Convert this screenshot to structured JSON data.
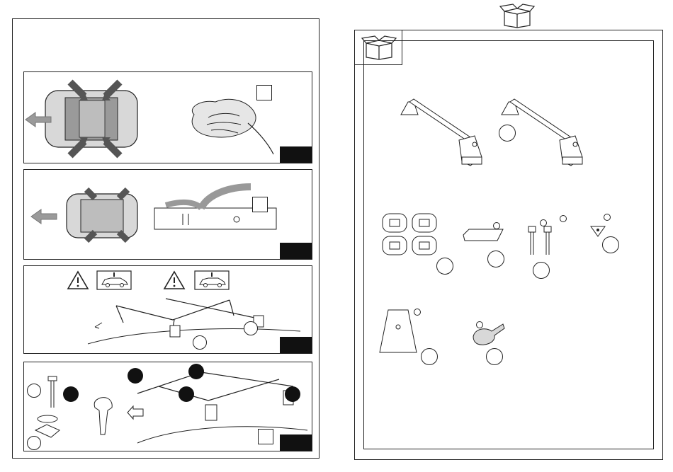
{
  "document": {
    "type": "roof rack assembly instruction sheet",
    "left_page": {
      "panels": [
        {
          "id": "clean-roof",
          "icons": [
            "car-top-view-icon",
            "arrow-left-icon",
            "hand-cleaning-icon"
          ]
        },
        {
          "id": "open-cover",
          "icons": [
            "car-top-view-icon",
            "arrow-left-icon",
            "bar-cover-open-icon"
          ]
        },
        {
          "id": "position-bars",
          "icons": [
            "warning-triangle-icon",
            "car-side-icon",
            "warning-triangle-icon",
            "car-side-icon",
            "roof-bars-icon"
          ]
        },
        {
          "id": "tighten-feet",
          "icons": [
            "bolt-icon",
            "foot-pad-icon",
            "key-icon",
            "roof-bars-icon"
          ]
        }
      ]
    },
    "right_page": {
      "header_icon": "open-box-icon",
      "parts": [
        "roof-bar-pair",
        "clamp-set",
        "rubber-pad",
        "bolts",
        "locking-key",
        "foot-cover",
        "tool-key"
      ]
    }
  },
  "colors": {
    "line": "#222222",
    "fill_gray": "#9a9a9a",
    "fill_light": "#d8d8d8",
    "black_tab": "#111111"
  }
}
